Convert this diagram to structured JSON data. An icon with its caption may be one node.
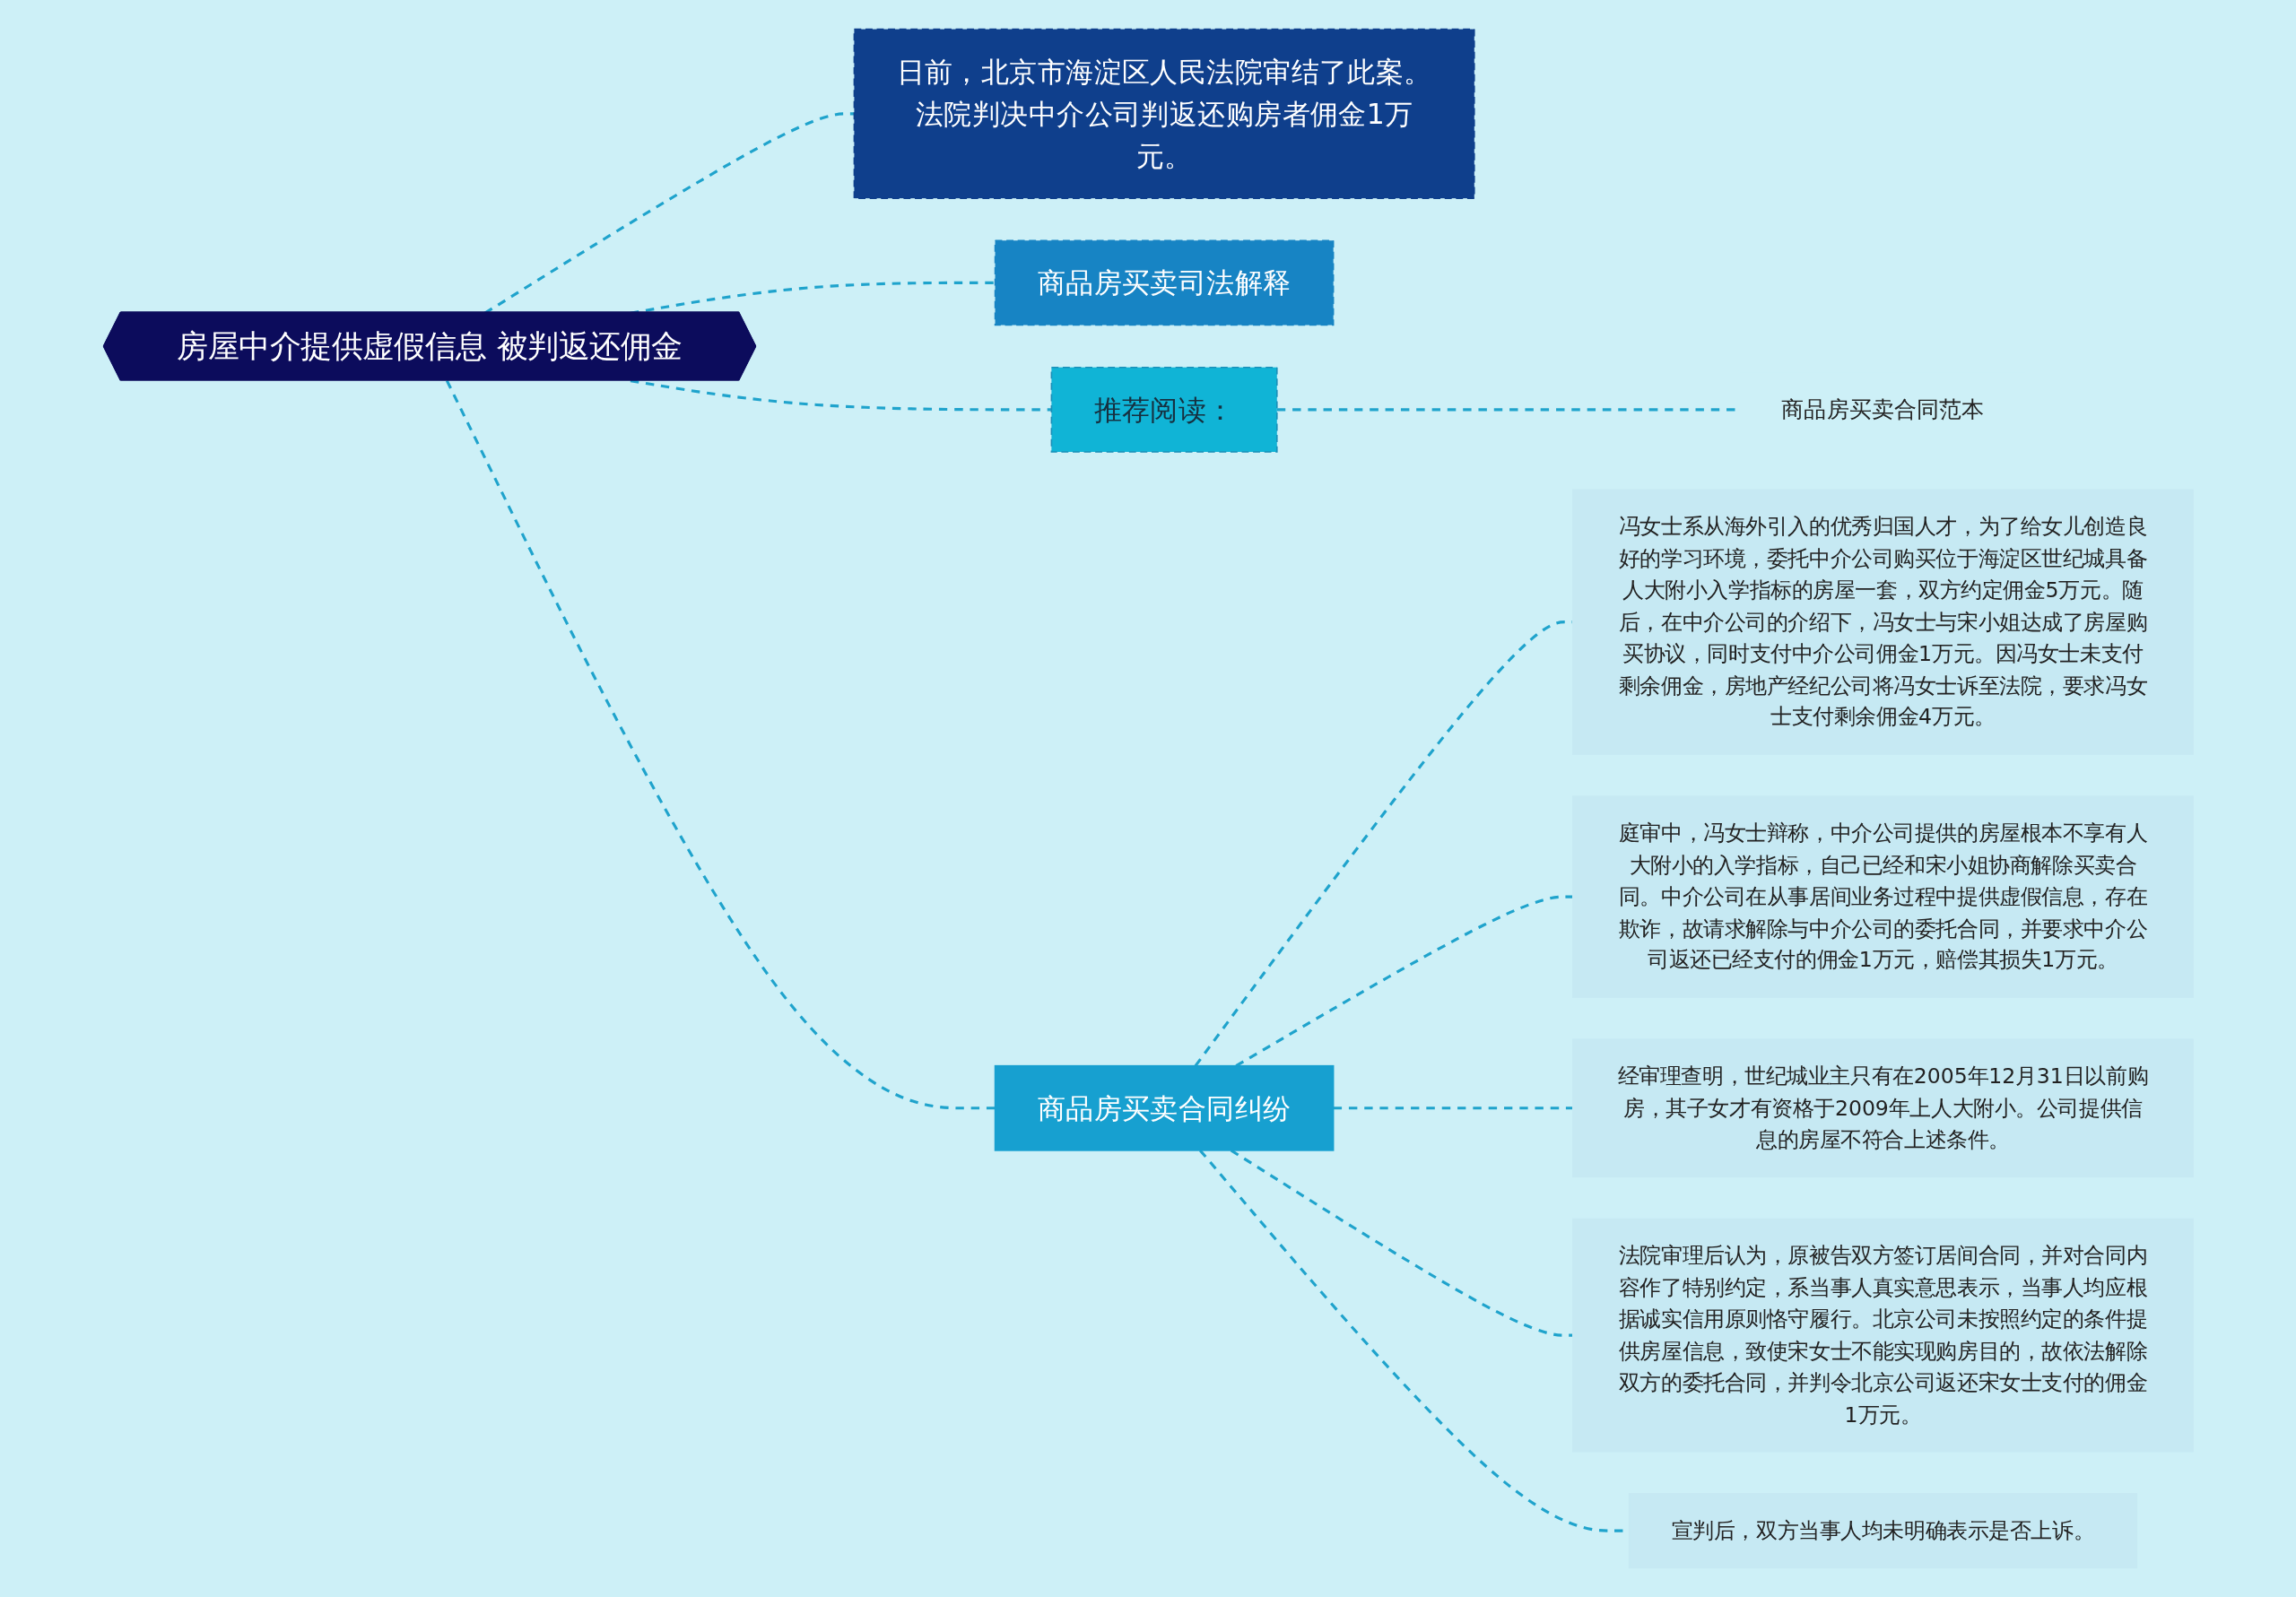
{
  "diagram": {
    "nodes": [
      {
        "text": [
          "房屋中介提供虚假信息 被判返还佣金"
        ]
      },
      {
        "text": [
          "推荐阅读："
        ]
      },
      {
        "text": [
          "商品房买卖合同范本"
        ]
      },
      {
        "text": [
          "商品房买卖合同纠纷"
        ]
      },
      {
        "text": [
          "冯女士系从海外引入的优秀归国人才，为了给女儿创造良好的学习环境，委托中介公司购买位于海淀区世纪城具备人大附小入学指标的房屋一套，双方约定佣金5万元。随后，在中介公司的介绍下，冯女士与宋小姐达成了房屋购买协议，同时支付中介公司佣金1万元。因冯女士未支付剩余佣金，房地产经纪公司将冯女士诉至法院，要求冯女士支付剩余佣金4万元。"
        ]
      },
      {
        "text": [
          "庭审中，冯女士辩称，中介公司提供的房屋根本不享有人大附小的入学指标，自己已经和宋小姐协商解除买卖合同。中介公司在从事居间业务过程中提供虚假信息，存在欺诈，故请求解除与中介公司的委托合同，并要求中介公司返还已经支付的佣金1万元，赔偿其损失1万元。"
        ]
      },
      {
        "text": [
          "经审理查明，世纪城业主只有在2005年12月31日以前购房，其子女才有资格于2009年上人大附小。公司提供信息的房屋不符合上述条件。"
        ]
      },
      {
        "text": [
          "法院审理后认为，原被告双方签订居间合同，并对合同内容作了特别约定，系当事人真实意思表示，当事人均应根据诚实信用原则恪守履行。北京公司未按照约定的条件提供房屋信息，致使宋女士不能实现购房目的，故依法解除双方的委托合同，并判令北京公司返还宋女士支付的佣金1万元。"
        ]
      },
      {
        "text": [
          "宣判后，双方当事人均未明确表示是否上诉。"
        ]
      },
      {
        "text": [
          "日前，北京市海淀区人民法院审结了此案。法院判决中介公司判返还购房者佣金1万元。"
        ]
      },
      {
        "text": [
          "商品房买卖司法解释"
        ]
      }
    ],
    "edges": [
      {
        "from": 0,
        "to": 1,
        "arrow": "none",
        "style": "dashed"
      },
      {
        "from": 1,
        "to": 2,
        "arrow": "none",
        "style": "dashed"
      },
      {
        "from": 0,
        "to": 3,
        "arrow": "none",
        "style": "dashed"
      },
      {
        "from": 3,
        "to": 4,
        "arrow": "none",
        "style": "dashed"
      },
      {
        "from": 3,
        "to": 5,
        "arrow": "none",
        "style": "dashed"
      },
      {
        "from": 3,
        "to": 6,
        "arrow": "none",
        "style": "dashed"
      },
      {
        "from": 3,
        "to": 7,
        "arrow": "none",
        "style": "dashed"
      },
      {
        "from": 3,
        "to": 8,
        "arrow": "none",
        "style": "dashed"
      },
      {
        "from": 0,
        "to": 9,
        "arrow": "none",
        "style": "dashed"
      },
      {
        "from": 0,
        "to": 10,
        "arrow": "none",
        "style": "dashed"
      }
    ]
  }
}
